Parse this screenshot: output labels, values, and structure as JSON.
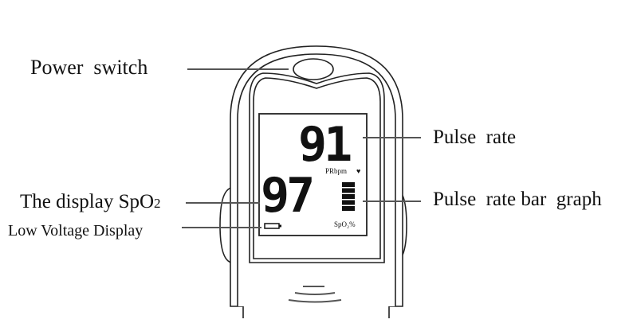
{
  "labels": {
    "power_switch": "Power  switch",
    "pulse_rate": "Pulse  rate",
    "display_spo2": "The display SpO",
    "display_spo2_sub": "2",
    "pulse_rate_bar_graph": "Pulse  rate bar  graph",
    "low_voltage": "Low Voltage Display"
  },
  "screen": {
    "pulse_rate_value": "91",
    "pr_unit": "PRbpm",
    "heart_symbol": "♥",
    "spo2_value": "97",
    "spo2_unit": "SpO₂%",
    "bar_graph_segments": 5
  }
}
